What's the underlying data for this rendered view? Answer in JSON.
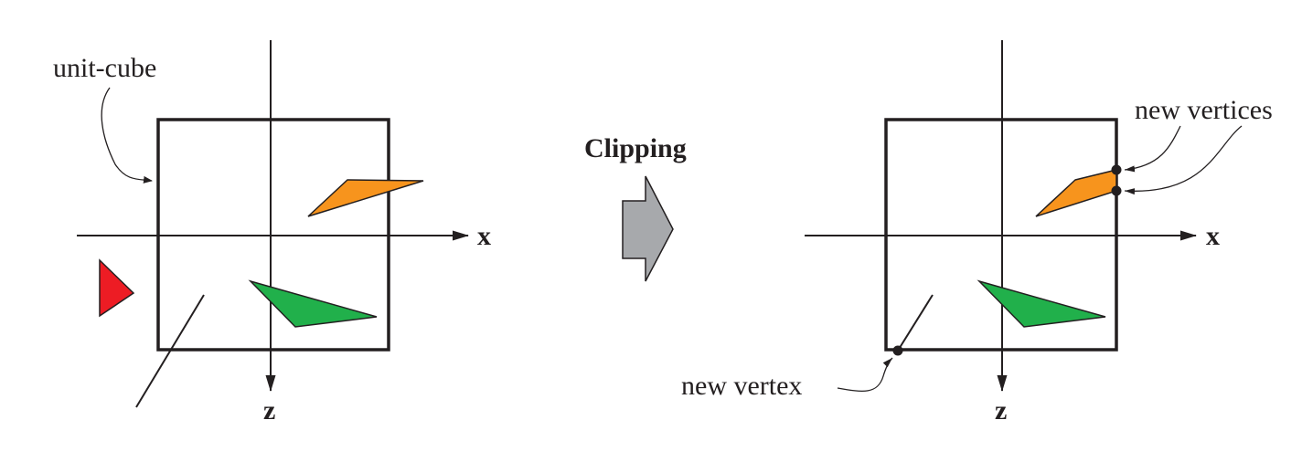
{
  "labels": {
    "unit_cube": "unit-cube",
    "clipping": "Clipping",
    "new_vertices": "new vertices",
    "new_vertex": "new vertex"
  },
  "axes": {
    "x": "x",
    "z": "z"
  },
  "colors": {
    "line": "#231f20",
    "orange": "#f7941d",
    "green": "#21b04b",
    "red": "#ed1c24",
    "arrow_fill": "#a7a9ac"
  }
}
